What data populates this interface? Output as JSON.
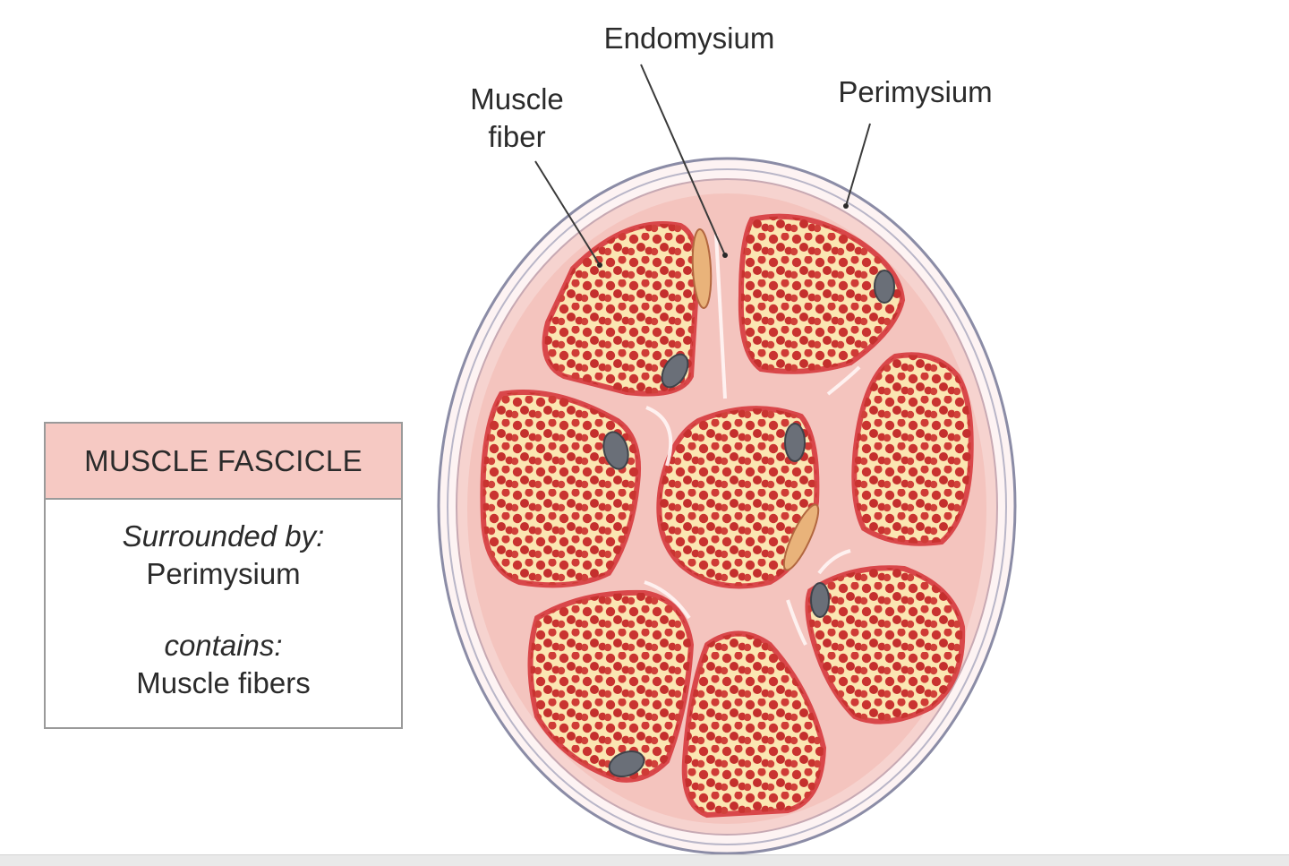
{
  "labels": {
    "endomysium": "Endomysium",
    "muscle_fiber_line1": "Muscle",
    "muscle_fiber_line2": "fiber",
    "perimysium": "Perimysium"
  },
  "info_box": {
    "heading": "MUSCLE FASCICLE",
    "surrounded_label": "Surrounded by:",
    "surrounded_value": "Perimysium",
    "contains_label": "contains:",
    "contains_value": "Muscle fibers"
  },
  "colors": {
    "header_fill": "#f6c9c3",
    "fiber_fill": "#fbe6b2",
    "fiber_outline": "#d9474a",
    "myofibril_dots": "#c8332f",
    "connective_tissue": "#f3c0bb",
    "perimysium_outline": "#8a8aa6",
    "nucleus": "#6a6f78"
  }
}
